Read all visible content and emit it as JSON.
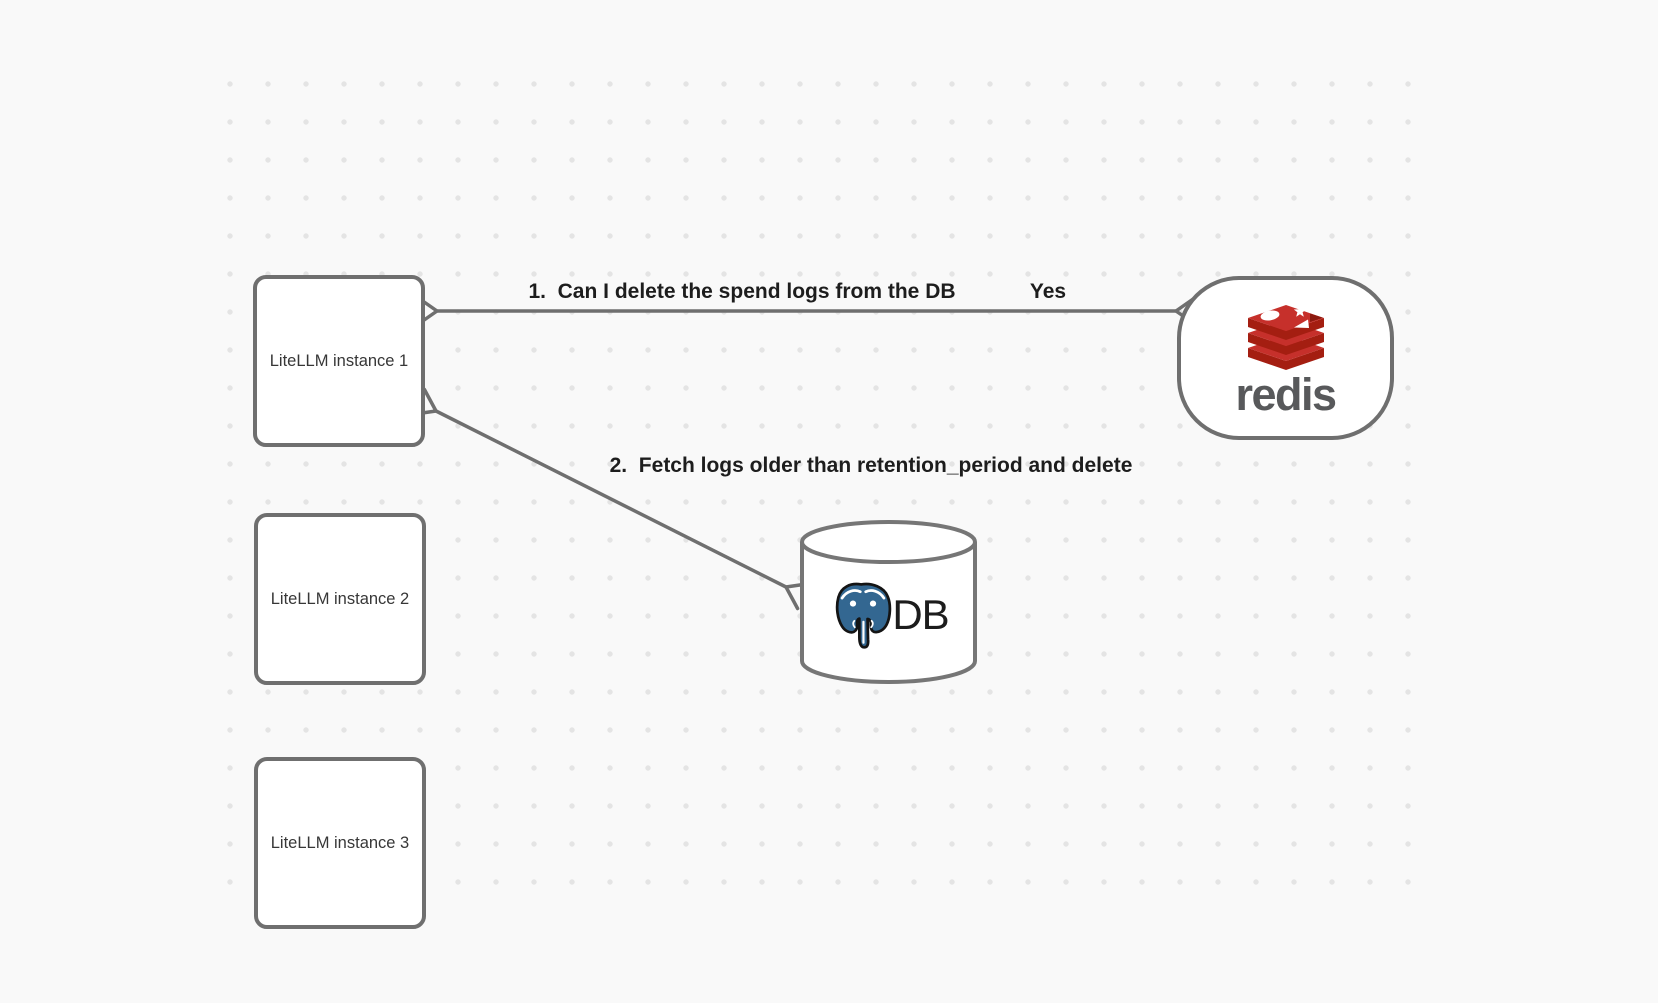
{
  "diagram": {
    "nodes": [
      {
        "id": "litellm-1",
        "type": "rectangle",
        "label": "LiteLLM instance 1"
      },
      {
        "id": "litellm-2",
        "type": "rectangle",
        "label": "LiteLLM instance 2"
      },
      {
        "id": "litellm-3",
        "type": "rectangle",
        "label": "LiteLLM instance 3"
      },
      {
        "id": "redis",
        "type": "rounded-node",
        "label": "redis",
        "icon": "redis-logo-icon"
      },
      {
        "id": "db",
        "type": "database-cylinder",
        "label": "DB",
        "icon": "postgresql-elephant-icon"
      }
    ],
    "edges": [
      {
        "id": "edge-1",
        "from": "litellm-1",
        "to": "redis",
        "arrows": "both",
        "label": "1.  Can I delete the spend logs from the DB",
        "reply": "Yes"
      },
      {
        "id": "edge-2",
        "from": "litellm-1",
        "to": "db",
        "arrows": "both",
        "label": "2.  Fetch logs older than retention_period and delete"
      }
    ],
    "colors": {
      "background": "#f9f9f9",
      "dots": "#e4e4e4",
      "stroke": "#6f6f6f",
      "node_fill": "#ffffff",
      "node_text": "#373737",
      "edge_label_text": "#1d1d1d",
      "redis_red": "#c6302b",
      "redis_red_dark": "#a41e11",
      "redis_wordmark": "#58595b",
      "postgres_blue": "#336791",
      "db_text": "#1c1c1c"
    }
  }
}
